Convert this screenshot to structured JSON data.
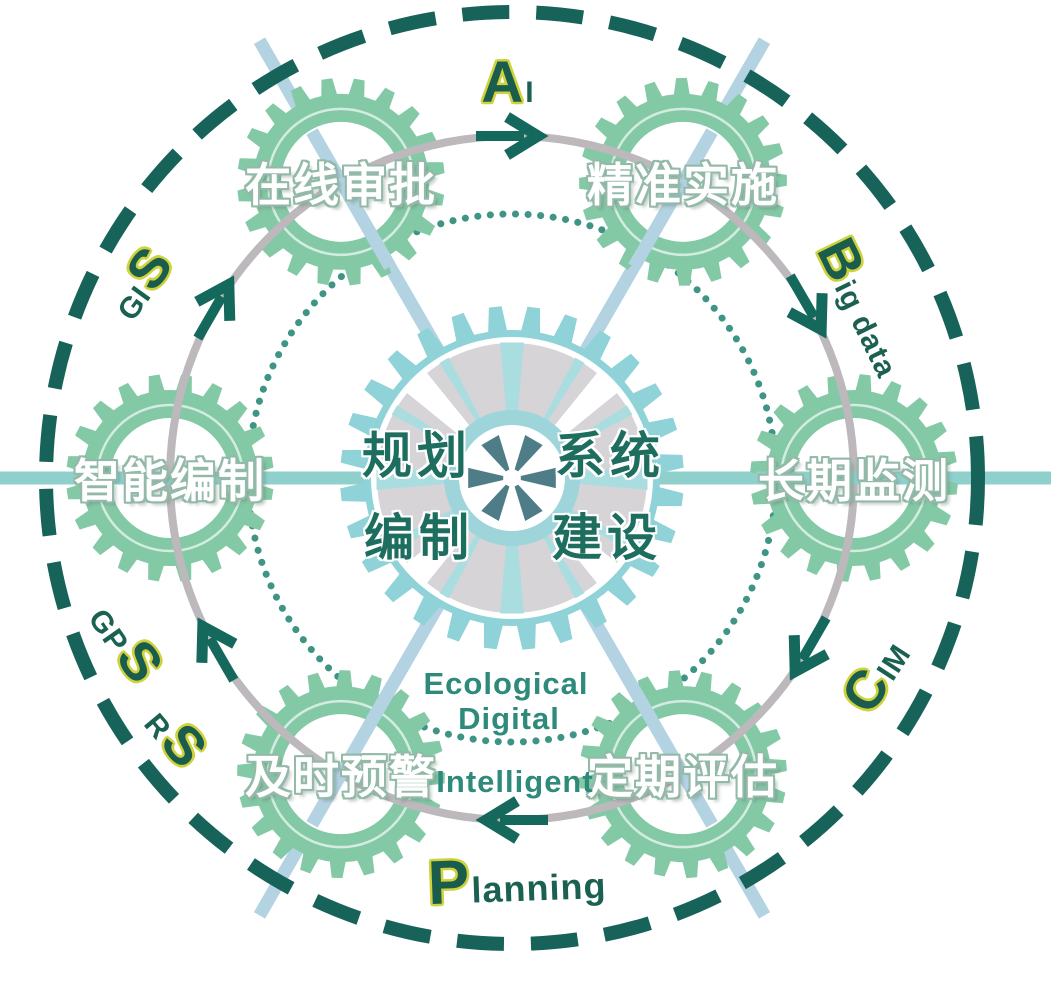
{
  "colors": {
    "dashed_ring": "#17635a",
    "gray_ring": "#bcb8bc",
    "dotted_ring": "#3f9585",
    "gear_green": "#84c9a6",
    "center_teal": "#8fd2d8",
    "center_bar_teal": "#a9dde0",
    "center_gray": "#d7d4d8",
    "hub_ring_teal": "#9dd5da",
    "hub_asterisk": "#4f7d87",
    "arrow": "#14695c",
    "spoke_horizontal": "#8fd0cc",
    "spoke_diagonal": "#b3d3e2",
    "big_letter_green": "#1a5d4c",
    "big_letter_yellow_outline": "#cfd23c",
    "inner_text_teal": "#2e8a7b",
    "gear_text": "#ffffff",
    "center_text_green": "#1e6e60"
  },
  "center_gear": {
    "words": [
      "规划",
      "系统",
      "编制",
      "建设"
    ]
  },
  "gears": [
    {
      "id": "online-approval",
      "label": "在线审批",
      "angle": 120
    },
    {
      "id": "precise-implementation",
      "label": "精准实施",
      "angle": 60
    },
    {
      "id": "long-term-monitoring",
      "label": "长期监测",
      "angle": 0
    },
    {
      "id": "periodic-evaluation",
      "label": "定期评估",
      "angle": 300
    },
    {
      "id": "timely-warning",
      "label": "及时预警",
      "angle": 240
    },
    {
      "id": "intelligent-compilation",
      "label": "智能编制",
      "angle": 180
    }
  ],
  "outer_labels": [
    {
      "id": "ai",
      "prefix": "",
      "big": "A",
      "suffix": "I"
    },
    {
      "id": "big-data",
      "prefix": "",
      "big": "B",
      "suffix": "ig data"
    },
    {
      "id": "cim",
      "prefix": "",
      "big": "C",
      "suffix": "IM"
    },
    {
      "id": "planning",
      "prefix": "",
      "big": "P",
      "suffix": "lanning"
    },
    {
      "id": "gis",
      "prefix": "GI",
      "big": "S",
      "suffix": ""
    },
    {
      "id": "gps",
      "prefix": "GP",
      "big": "S",
      "suffix": ""
    },
    {
      "id": "rs",
      "prefix": "R",
      "big": "S",
      "suffix": ""
    }
  ],
  "inner_labels": {
    "ecological": "Ecological",
    "digital": "Digital",
    "intelligent": "Intelligent"
  }
}
